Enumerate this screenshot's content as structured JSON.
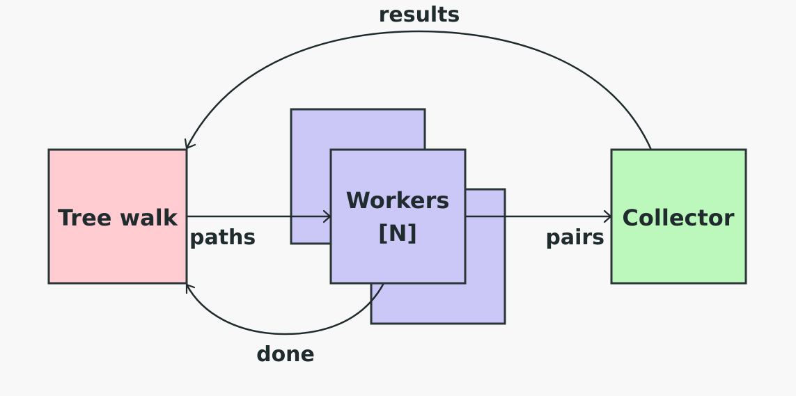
{
  "diagram": {
    "nodes": {
      "tree_walk": {
        "label": "Tree walk",
        "color": "#ffccd2"
      },
      "workers": {
        "label_line1": "Workers",
        "label_line2": "[N]",
        "color": "#cbc7f7"
      },
      "collector": {
        "label": "Collector",
        "color": "#bcf7bc"
      }
    },
    "edges": {
      "paths": {
        "label": "paths",
        "from": "Tree walk",
        "to": "Workers"
      },
      "pairs": {
        "label": "pairs",
        "from": "Workers",
        "to": "Collector"
      },
      "results": {
        "label": "results",
        "from": "Collector",
        "to": "Tree walk"
      },
      "done": {
        "label": "done",
        "from": "Workers",
        "to": "Tree walk"
      }
    },
    "stroke_color": "#1f2b2d",
    "background": "#f8f8f8"
  }
}
